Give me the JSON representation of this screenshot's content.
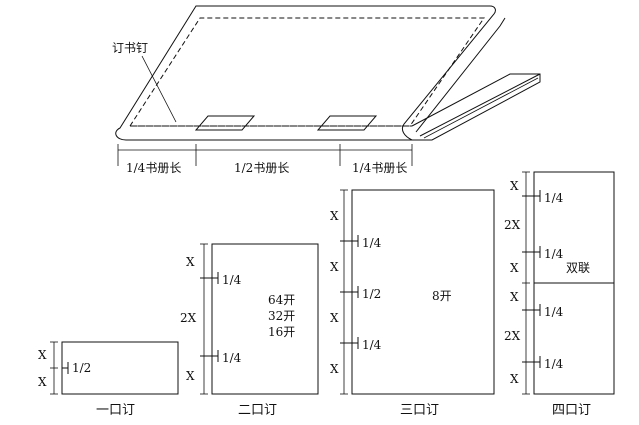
{
  "book": {
    "staple_label": "订书钉",
    "dim_left": "1/4书册长",
    "dim_mid": "1/2书册长",
    "dim_right": "1/4书册长"
  },
  "panels": {
    "one": {
      "caption": "一口订",
      "x_labels": [
        "X",
        "X"
      ],
      "ratio_labels": [
        "1/2"
      ]
    },
    "two": {
      "caption": "二口订",
      "x_labels": [
        "X",
        "2X",
        "X"
      ],
      "ratio_labels": [
        "1/4",
        "1/4"
      ],
      "inner_text": [
        "64开",
        "32开",
        "16开"
      ]
    },
    "three": {
      "caption": "三口订",
      "x_labels": [
        "X",
        "X",
        "X",
        "X"
      ],
      "ratio_labels": [
        "1/4",
        "1/2",
        "1/4"
      ],
      "inner_text": [
        "8开"
      ]
    },
    "four": {
      "caption": "四口订",
      "x_labels": [
        "X",
        "2X",
        "X",
        "X",
        "2X",
        "X"
      ],
      "ratio_labels": [
        "1/4",
        "1/4",
        "1/4",
        "1/4"
      ],
      "inner_text": [
        "双联"
      ]
    }
  }
}
